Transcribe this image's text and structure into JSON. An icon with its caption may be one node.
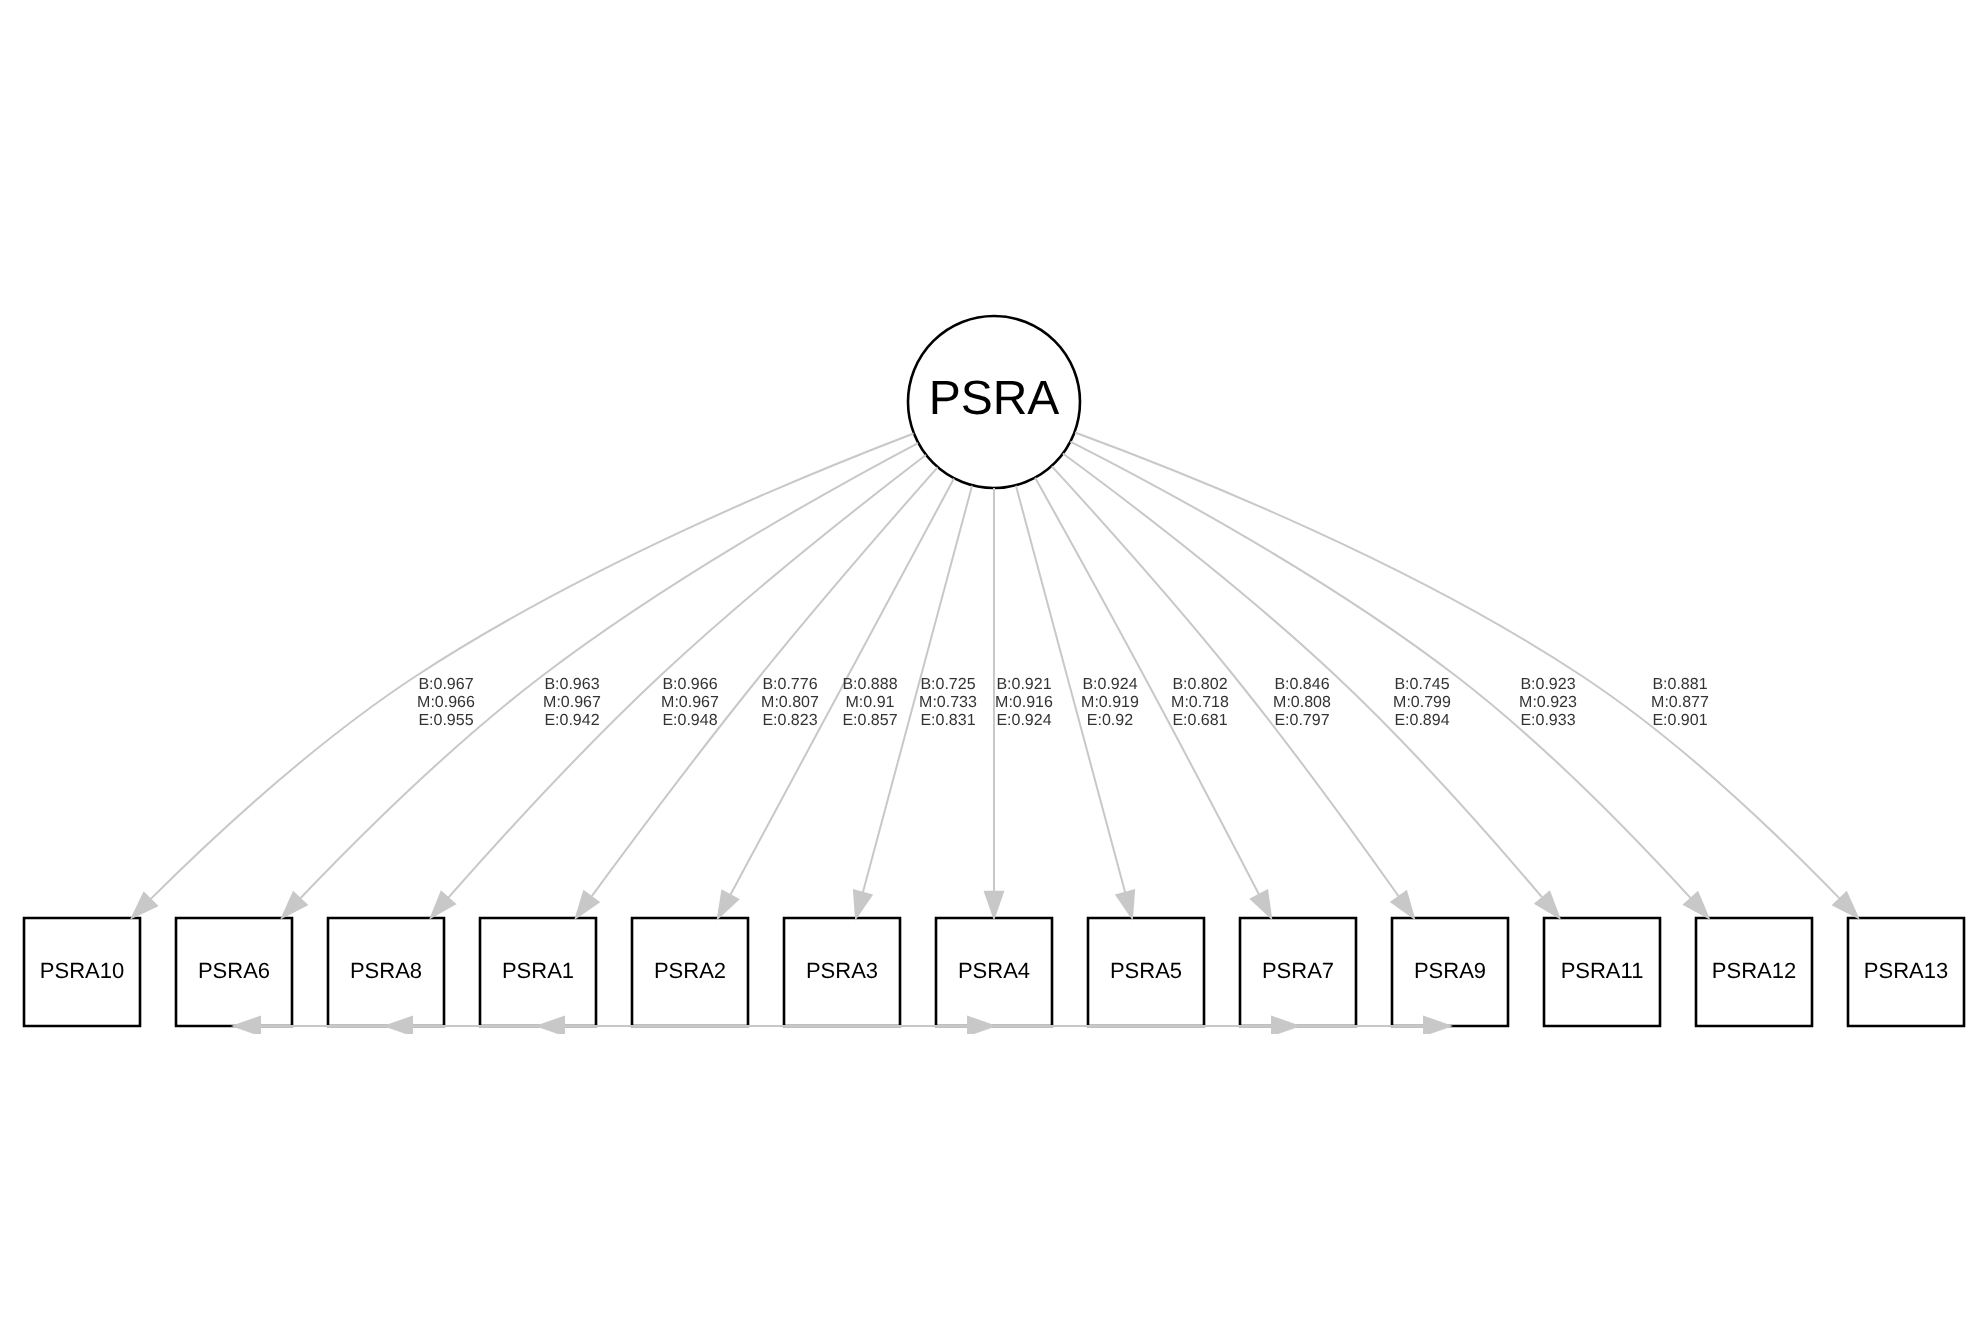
{
  "diagram": {
    "nodes": [
      {
        "text": [
          "PSRA"
        ]
      },
      {
        "text": [
          "PSRA10"
        ]
      },
      {
        "text": [
          "PSRA6"
        ]
      },
      {
        "text": [
          "PSRA8"
        ]
      },
      {
        "text": [
          "PSRA1"
        ]
      },
      {
        "text": [
          "PSRA2"
        ]
      },
      {
        "text": [
          "PSRA3"
        ]
      },
      {
        "text": [
          "PSRA4"
        ]
      },
      {
        "text": [
          "PSRA5"
        ]
      },
      {
        "text": [
          "PSRA7"
        ]
      },
      {
        "text": [
          "PSRA9"
        ]
      },
      {
        "text": [
          "PSRA11"
        ]
      },
      {
        "text": [
          "PSRA12"
        ]
      },
      {
        "text": [
          "PSRA13"
        ]
      }
    ],
    "edges": [
      {
        "from": 0,
        "to": 1,
        "arrow": "to",
        "label": "B:0.967 M:0.966 E:0.955"
      },
      {
        "from": 0,
        "to": 2,
        "arrow": "to",
        "label": "B:0.963 M:0.967 E:0.942"
      },
      {
        "from": 0,
        "to": 3,
        "arrow": "to",
        "label": "B:0.966 M:0.967 E:0.948"
      },
      {
        "from": 0,
        "to": 4,
        "arrow": "to",
        "label": "B:0.776 M:0.807 E:0.823"
      },
      {
        "from": 0,
        "to": 5,
        "arrow": "to",
        "label": "B:0.888 M:0.91 E:0.857"
      },
      {
        "from": 0,
        "to": 6,
        "arrow": "to",
        "label": "B:0.725 M:0.733 E:0.831"
      },
      {
        "from": 0,
        "to": 7,
        "arrow": "to",
        "label": "B:0.921 M:0.916 E:0.924"
      },
      {
        "from": 0,
        "to": 8,
        "arrow": "to",
        "label": "B:0.924 M:0.919 E:0.92"
      },
      {
        "from": 0,
        "to": 9,
        "arrow": "to",
        "label": "B:0.802 M:0.718 E:0.681"
      },
      {
        "from": 0,
        "to": 10,
        "arrow": "to",
        "label": "B:0.846 M:0.808 E:0.797"
      },
      {
        "from": 0,
        "to": 11,
        "arrow": "to",
        "label": "B:0.745 M:0.799 E:0.894"
      },
      {
        "from": 0,
        "to": 12,
        "arrow": "to",
        "label": "B:0.923 M:0.923 E:0.933"
      },
      {
        "from": 0,
        "to": 13,
        "arrow": "to",
        "label": "B:0.881 M:0.877 E:0.901"
      },
      {
        "from": 3,
        "to": 7,
        "arrow": "both"
      },
      {
        "from": 4,
        "to": 9,
        "arrow": "both"
      },
      {
        "from": 2,
        "to": 10,
        "arrow": "both"
      }
    ]
  }
}
